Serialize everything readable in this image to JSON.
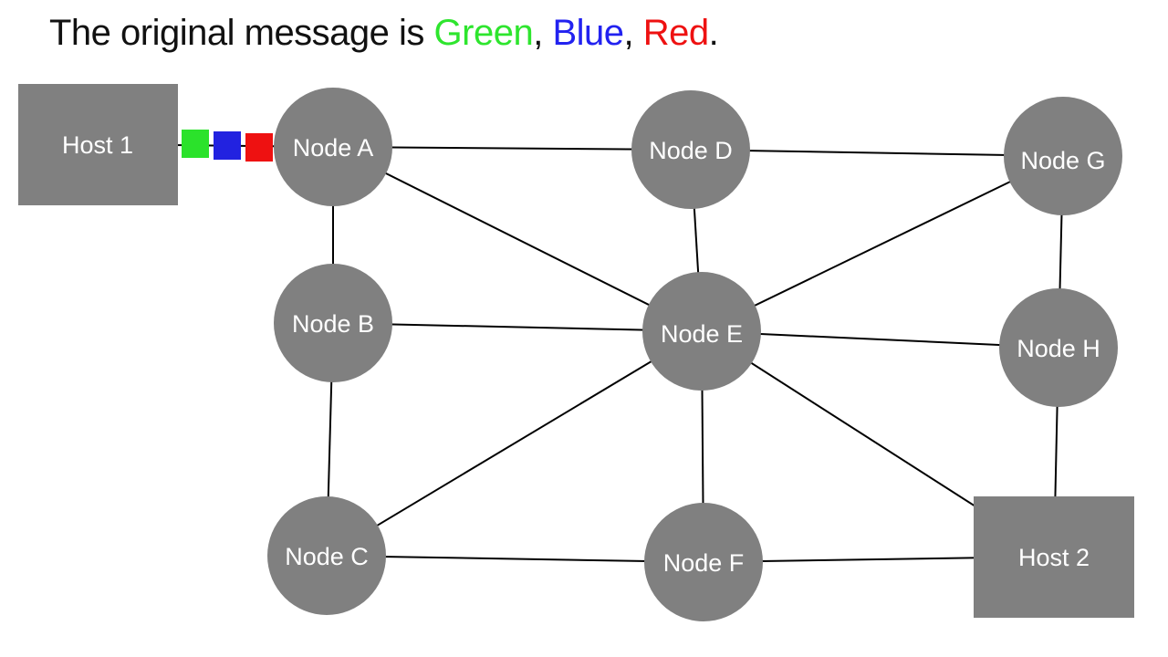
{
  "title": {
    "parts": [
      {
        "text": "The original message is ",
        "color": "#111111"
      },
      {
        "text": "Green",
        "color": "#2ee52e"
      },
      {
        "text": ", ",
        "color": "#111111"
      },
      {
        "text": "Blue",
        "color": "#2222f0"
      },
      {
        "text": ", ",
        "color": "#111111"
      },
      {
        "text": "Red",
        "color": "#ee1111"
      },
      {
        "text": ".",
        "color": "#111111"
      }
    ]
  },
  "colors": {
    "background": "#ffffff",
    "shape_fill": "#808080",
    "edge": "#000000",
    "label_text": "#ffffff"
  },
  "hosts": [
    {
      "label": "Host 1"
    },
    {
      "label": "Host 2"
    }
  ],
  "nodes": [
    {
      "label": "Node A"
    },
    {
      "label": "Node B"
    },
    {
      "label": "Node C"
    },
    {
      "label": "Node D"
    },
    {
      "label": "Node E"
    },
    {
      "label": "Node F"
    },
    {
      "label": "Node G"
    },
    {
      "label": "Node H"
    }
  ],
  "packets": [
    {
      "name": "green-packet",
      "color": "#2be22b"
    },
    {
      "name": "blue-packet",
      "color": "#2222e0"
    },
    {
      "name": "red-packet",
      "color": "#ee1111"
    }
  ],
  "edges": [
    {
      "from": "Host 1",
      "to": "Node A"
    },
    {
      "from": "Node A",
      "to": "Node B"
    },
    {
      "from": "Node A",
      "to": "Node D"
    },
    {
      "from": "Node A",
      "to": "Node E"
    },
    {
      "from": "Node B",
      "to": "Node C"
    },
    {
      "from": "Node B",
      "to": "Node E"
    },
    {
      "from": "Node C",
      "to": "Node E"
    },
    {
      "from": "Node C",
      "to": "Node F"
    },
    {
      "from": "Node D",
      "to": "Node E"
    },
    {
      "from": "Node D",
      "to": "Node G"
    },
    {
      "from": "Node E",
      "to": "Node F"
    },
    {
      "from": "Node E",
      "to": "Node G"
    },
    {
      "from": "Node E",
      "to": "Node H"
    },
    {
      "from": "Node E",
      "to": "Host 2"
    },
    {
      "from": "Node F",
      "to": "Host 2"
    },
    {
      "from": "Node G",
      "to": "Node H"
    },
    {
      "from": "Node H",
      "to": "Host 2"
    }
  ]
}
